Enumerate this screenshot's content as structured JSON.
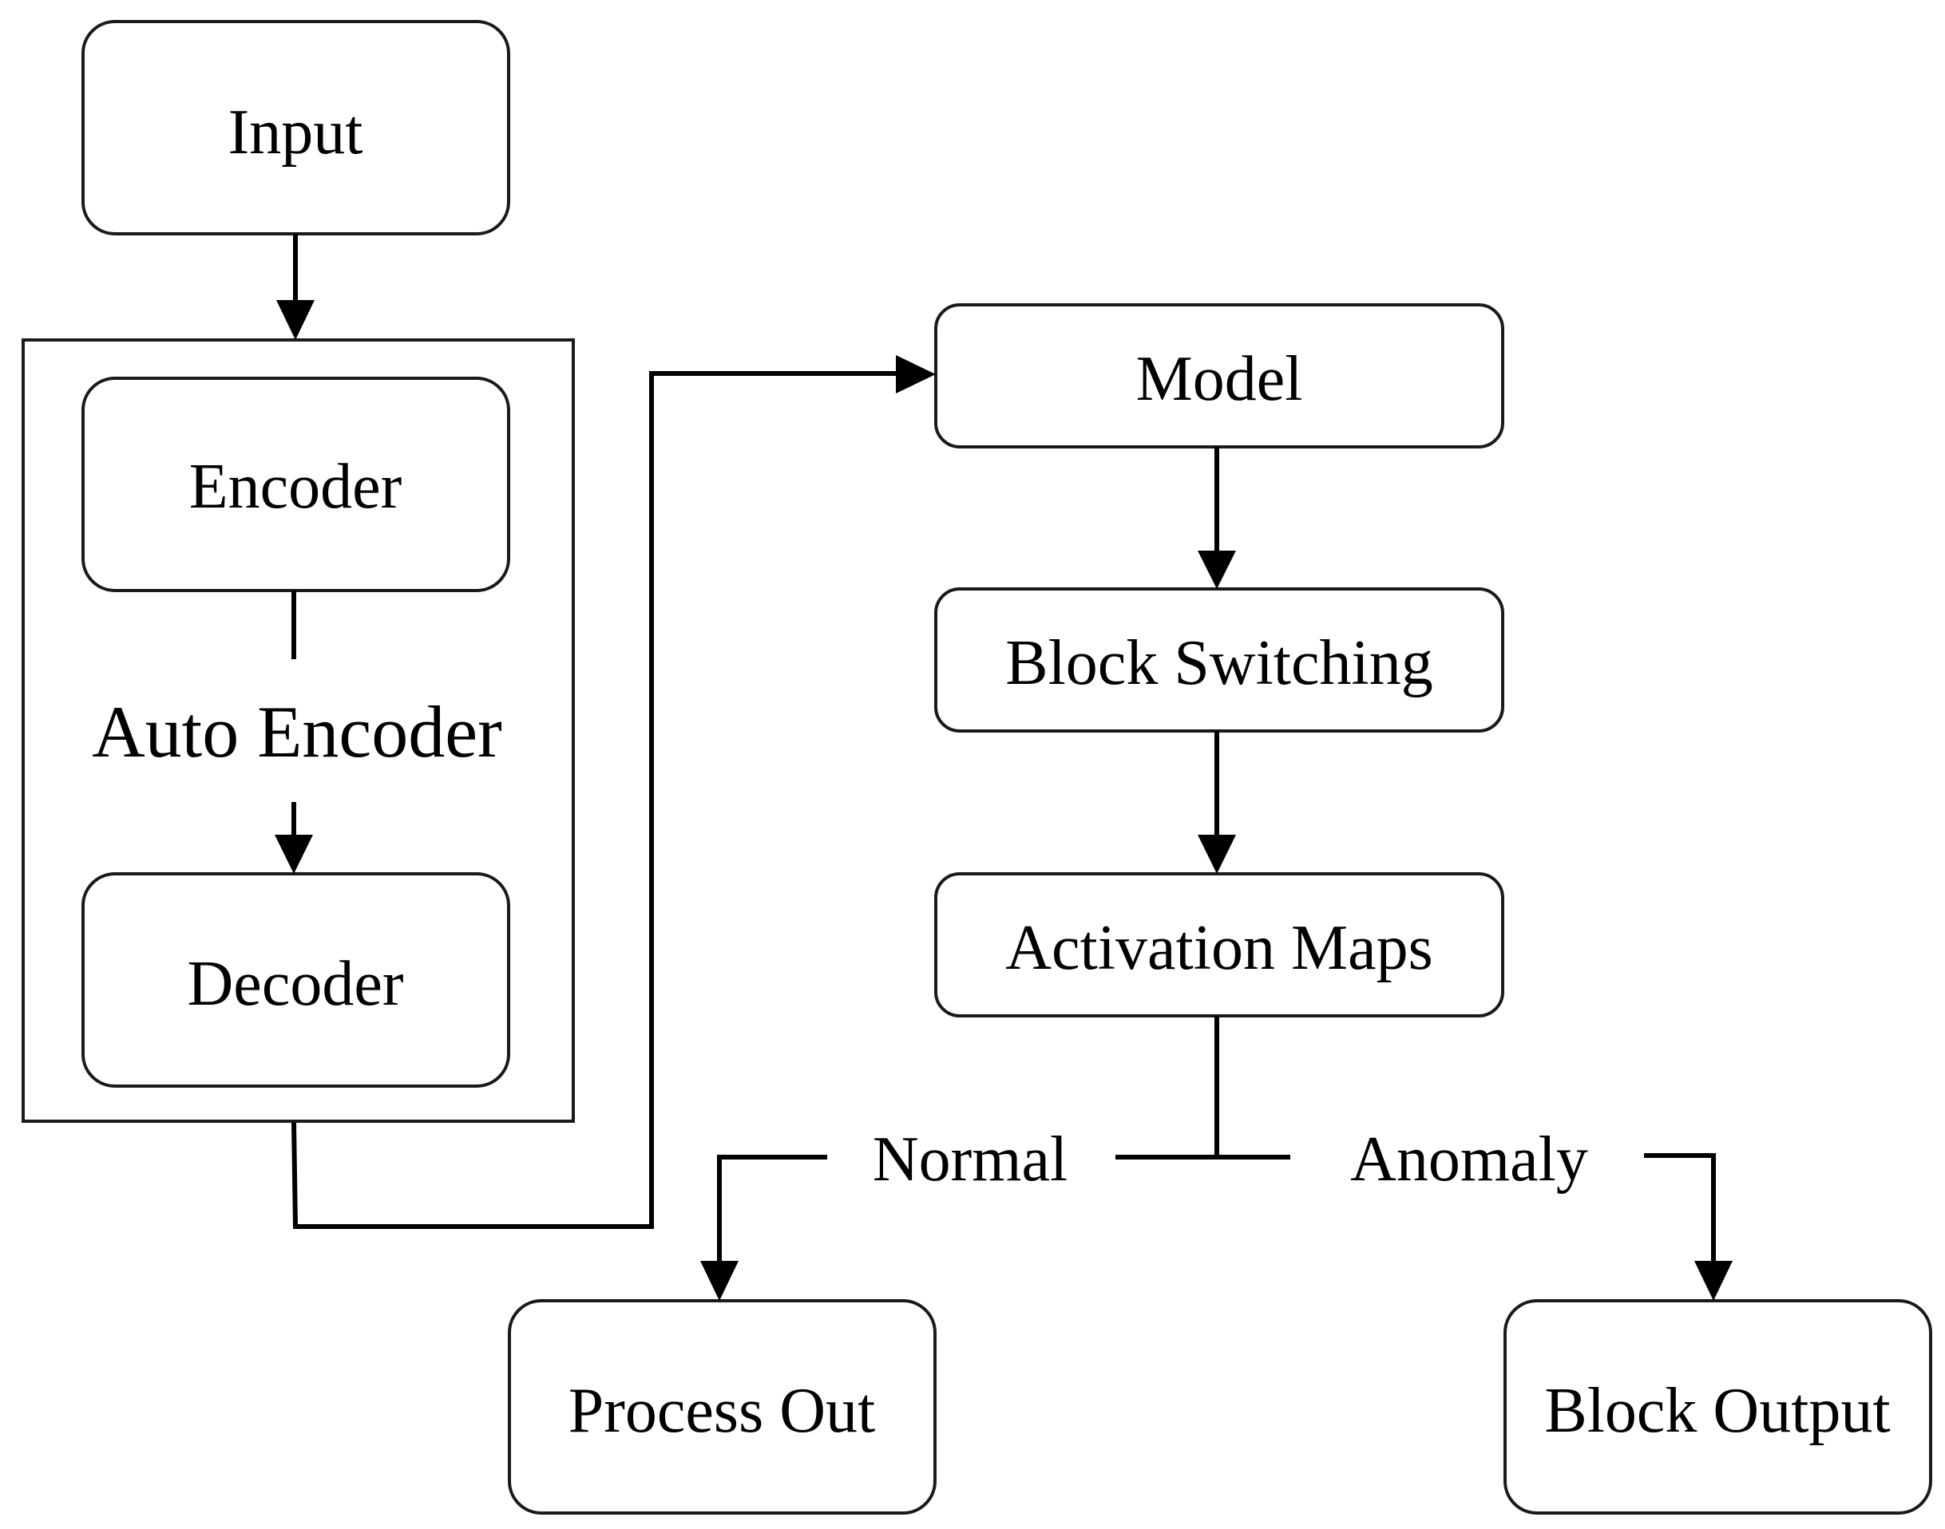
{
  "nodes": {
    "input": "Input",
    "encoder": "Encoder",
    "decoder": "Decoder",
    "model": "Model",
    "block_switching": "Block Switching",
    "activation_maps": "Activation Maps",
    "process_out": "Process Out",
    "block_output": "Block Output"
  },
  "groups": {
    "auto_encoder": "Auto Encoder"
  },
  "edge_labels": {
    "normal": "Normal",
    "anomaly": "Anomaly"
  },
  "edges": [
    {
      "from": "Input",
      "to": "Auto Encoder"
    },
    {
      "from": "Encoder",
      "to": "Decoder"
    },
    {
      "from": "Auto Encoder",
      "to": "Model"
    },
    {
      "from": "Model",
      "to": "Block Switching"
    },
    {
      "from": "Block Switching",
      "to": "Activation Maps"
    },
    {
      "from": "Activation Maps",
      "to": "Process Out",
      "label": "Normal"
    },
    {
      "from": "Activation Maps",
      "to": "Block Output",
      "label": "Anomaly"
    }
  ]
}
